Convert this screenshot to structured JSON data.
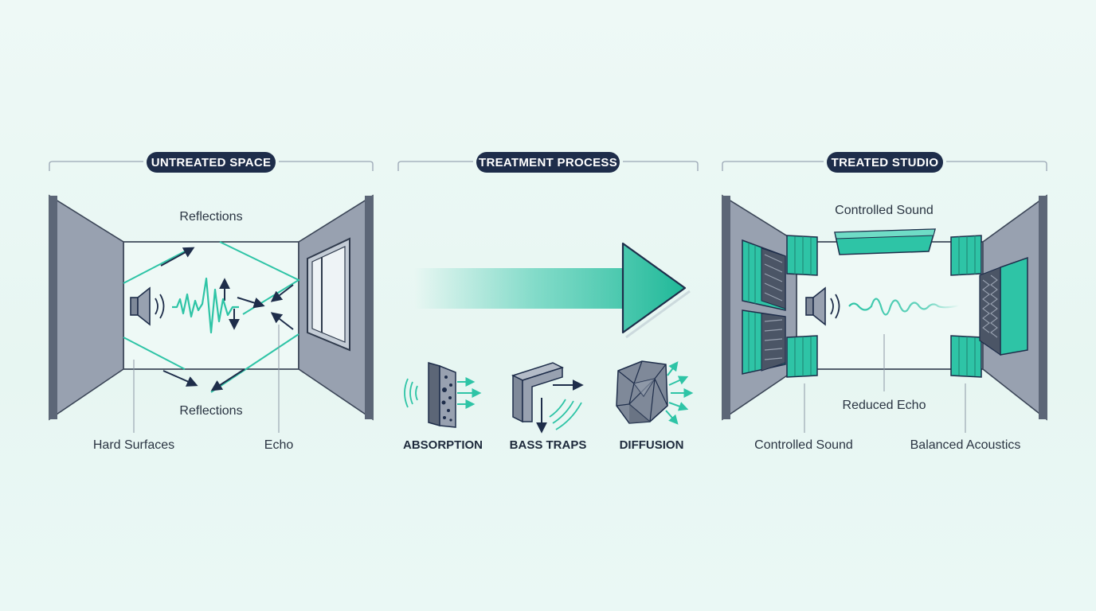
{
  "sections": {
    "untreated": {
      "title": "UNTREATED SPACE",
      "label_top": "Reflections",
      "label_bottom": "Reflections",
      "label_hard": "Hard Surfaces",
      "label_echo": "Echo"
    },
    "process": {
      "title": "TREATMENT PROCESS",
      "steps": [
        "ABSORPTION",
        "BASS TRAPS",
        "DIFFUSION"
      ]
    },
    "treated": {
      "title": "TREATED STUDIO",
      "label_top": "Controlled Sound",
      "label_reduced": "Reduced Echo",
      "label_controlled": "Controlled Sound",
      "label_balanced": "Balanced Acoustics"
    }
  },
  "colors": {
    "navy": "#1e2d4a",
    "teal": "#2ec4a6",
    "wall": "#98a1b0",
    "wall_stroke": "#3b4557",
    "background": "#eaf8f5"
  },
  "icons": [
    "speaker-icon",
    "absorption-panel-icon",
    "bass-trap-icon",
    "diffuser-icon",
    "arrow-right-icon"
  ]
}
